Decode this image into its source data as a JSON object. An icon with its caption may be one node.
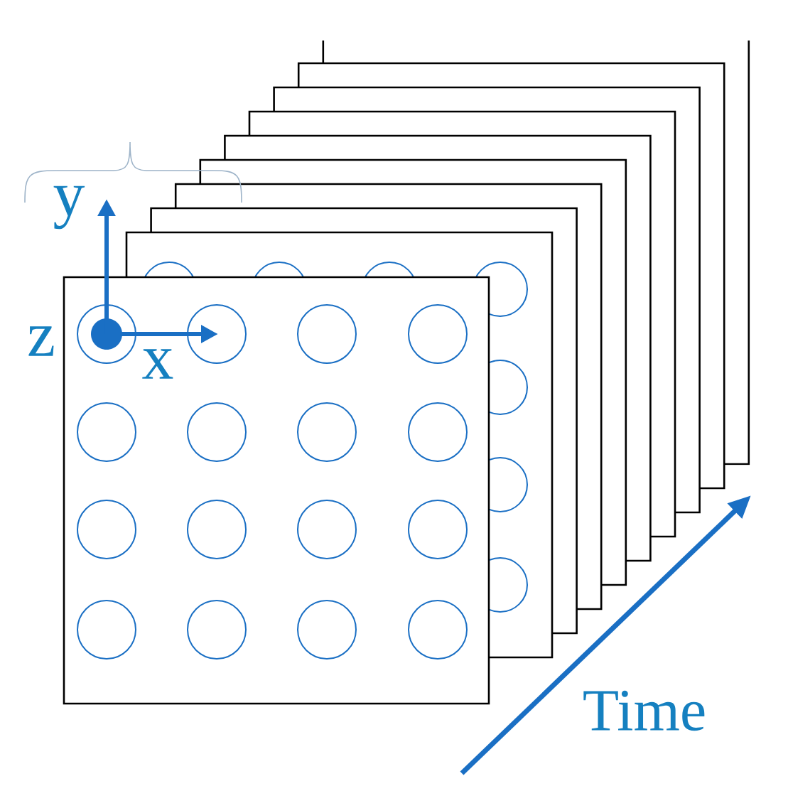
{
  "diagram": {
    "labels": [
      "y",
      "z",
      "x",
      "Time"
    ]
  }
}
